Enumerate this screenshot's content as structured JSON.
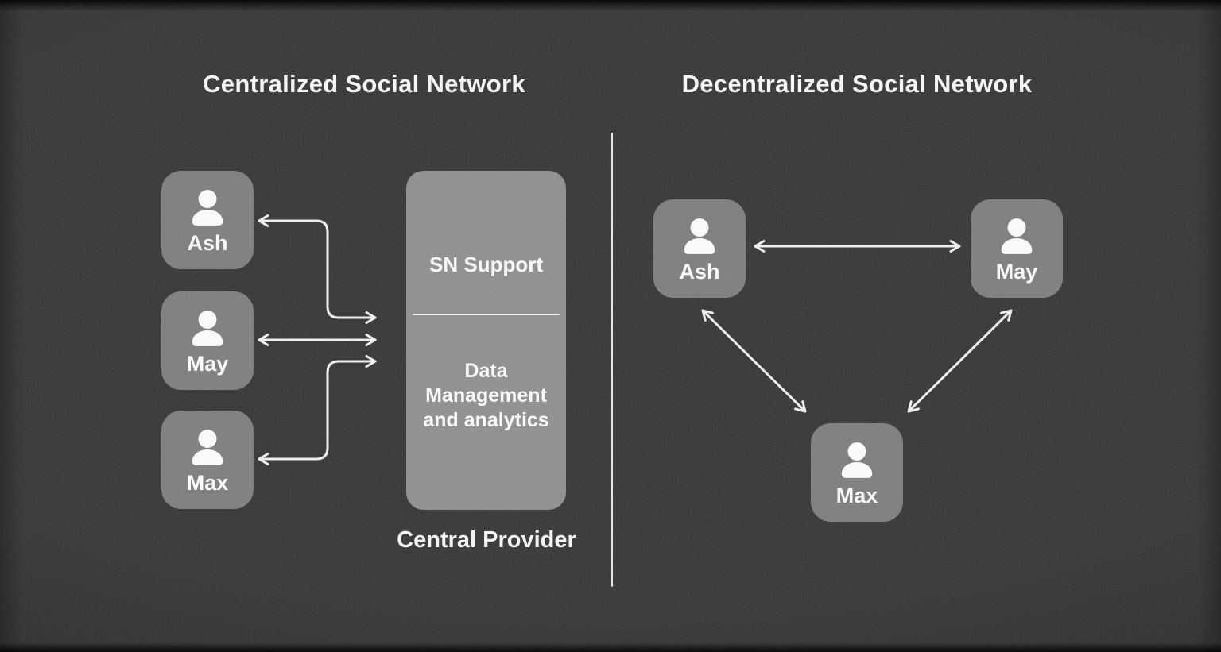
{
  "left_panel": {
    "title": "Centralized Social Network",
    "users": [
      {
        "name": "Ash"
      },
      {
        "name": "May"
      },
      {
        "name": "Max"
      }
    ],
    "provider": {
      "top_label": "SN Support",
      "bottom_label": "Data Management and analytics",
      "caption": "Central Provider"
    },
    "connections": [
      {
        "from": "Ash",
        "to": "Central Provider",
        "bidirectional": true
      },
      {
        "from": "May",
        "to": "Central Provider",
        "bidirectional": true
      },
      {
        "from": "Max",
        "to": "Central Provider",
        "bidirectional": true
      }
    ]
  },
  "right_panel": {
    "title": "Decentralized Social Network",
    "users": [
      {
        "name": "Ash"
      },
      {
        "name": "May"
      },
      {
        "name": "Max"
      }
    ],
    "connections": [
      {
        "from": "Ash",
        "to": "May",
        "bidirectional": true
      },
      {
        "from": "Ash",
        "to": "Max",
        "bidirectional": true
      },
      {
        "from": "May",
        "to": "Max",
        "bidirectional": true
      }
    ]
  },
  "colors": {
    "background": "#333333",
    "user_box": "#7d7d7d",
    "provider_box": "#8f8f8f",
    "text": "#f5f5f5",
    "arrow": "#f2f2f2"
  }
}
